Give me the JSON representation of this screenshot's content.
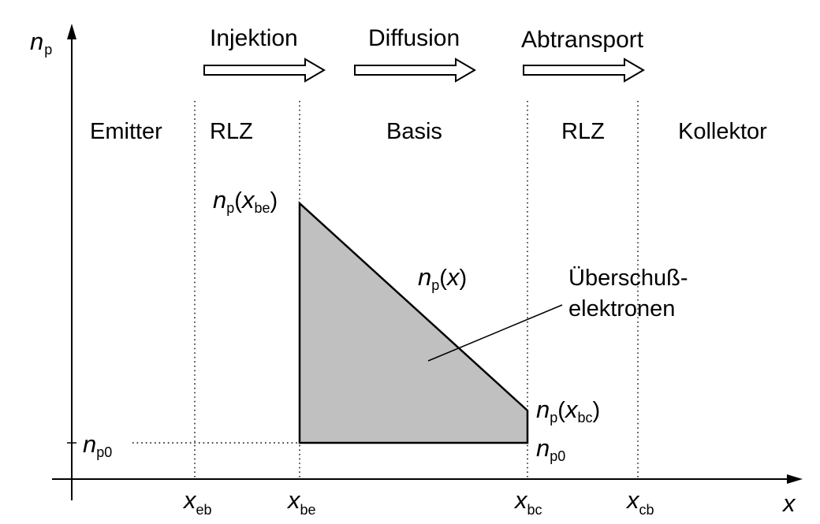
{
  "arrows": {
    "injection": "Injektion",
    "diffusion": "Diffusion",
    "transport": "Abtransport"
  },
  "regions": {
    "emitter": "Emitter",
    "rlz_left": "RLZ",
    "basis": "Basis",
    "rlz_right": "RLZ",
    "collector": "Kollektor"
  },
  "axes": {
    "y_symbol": "n",
    "y_sub": "p",
    "x_symbol": "x"
  },
  "x_ticks": {
    "eb": {
      "sym": "x",
      "sub": "eb"
    },
    "be": {
      "sym": "x",
      "sub": "be"
    },
    "bc": {
      "sym": "x",
      "sub": "bc"
    },
    "cb": {
      "sym": "x",
      "sub": "cb"
    }
  },
  "curve_labels": {
    "np_xbe": {
      "n": "n",
      "sub": "p",
      "open": "(",
      "x": "x",
      "xsub": "be",
      "close": ")"
    },
    "np_x": {
      "n": "n",
      "sub": "p",
      "open": "(",
      "x": "x",
      "close": ")"
    },
    "np_xbc": {
      "n": "n",
      "sub": "p",
      "open": "(",
      "x": "x",
      "xsub": "bc",
      "close": ")"
    },
    "np0_right": {
      "n": "n",
      "sub": "p0"
    },
    "np0_left": {
      "n": "n",
      "sub": "p0"
    }
  },
  "annotation": {
    "line1": "Überschuß-",
    "line2": "elektronen"
  },
  "colors": {
    "fill": "#c0c0c0",
    "stroke": "#000000"
  }
}
